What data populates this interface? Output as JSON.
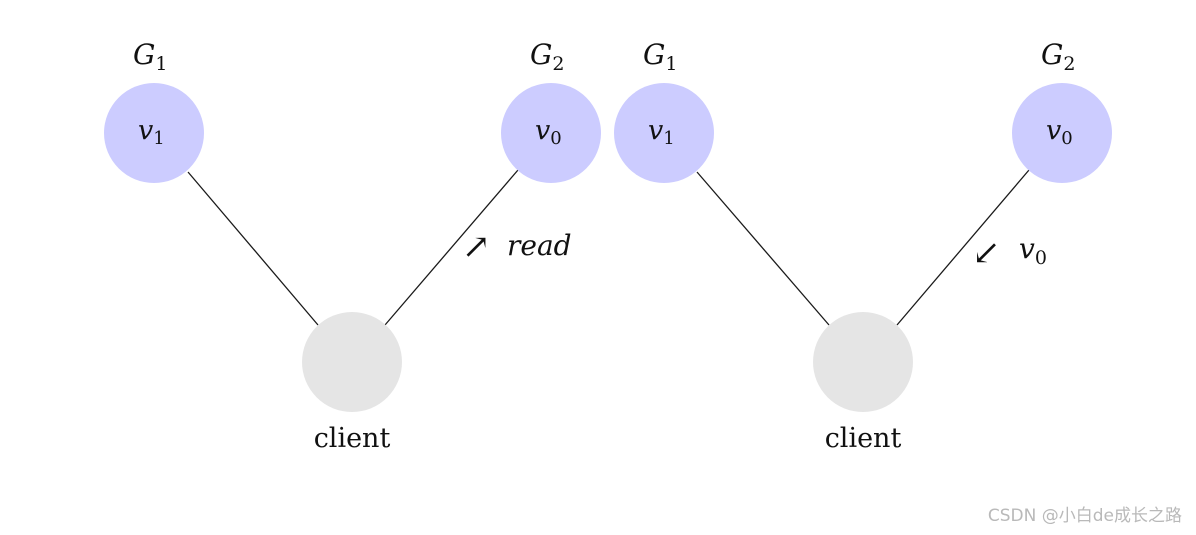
{
  "panels": [
    {
      "nodes": {
        "g1": {
          "group_label": "G",
          "group_sub": "1",
          "value_label": "v",
          "value_sub": "1"
        },
        "g2": {
          "group_label": "G",
          "group_sub": "2",
          "value_label": "v",
          "value_sub": "0"
        },
        "client": {
          "label": "client"
        }
      },
      "message": {
        "arrow": "↗",
        "text": "read",
        "sub": ""
      }
    },
    {
      "nodes": {
        "g1": {
          "group_label": "G",
          "group_sub": "1",
          "value_label": "v",
          "value_sub": "1"
        },
        "g2": {
          "group_label": "G",
          "group_sub": "2",
          "value_label": "v",
          "value_sub": "0"
        },
        "client": {
          "label": "client"
        }
      },
      "message": {
        "arrow": "↙",
        "text": "v",
        "sub": "0"
      }
    }
  ],
  "colors": {
    "server_fill": "#ccccff",
    "client_fill": "#e5e5e5",
    "edge": "#1a1a1a",
    "text": "#111111"
  },
  "watermark": "CSDN @小白de成长之路"
}
